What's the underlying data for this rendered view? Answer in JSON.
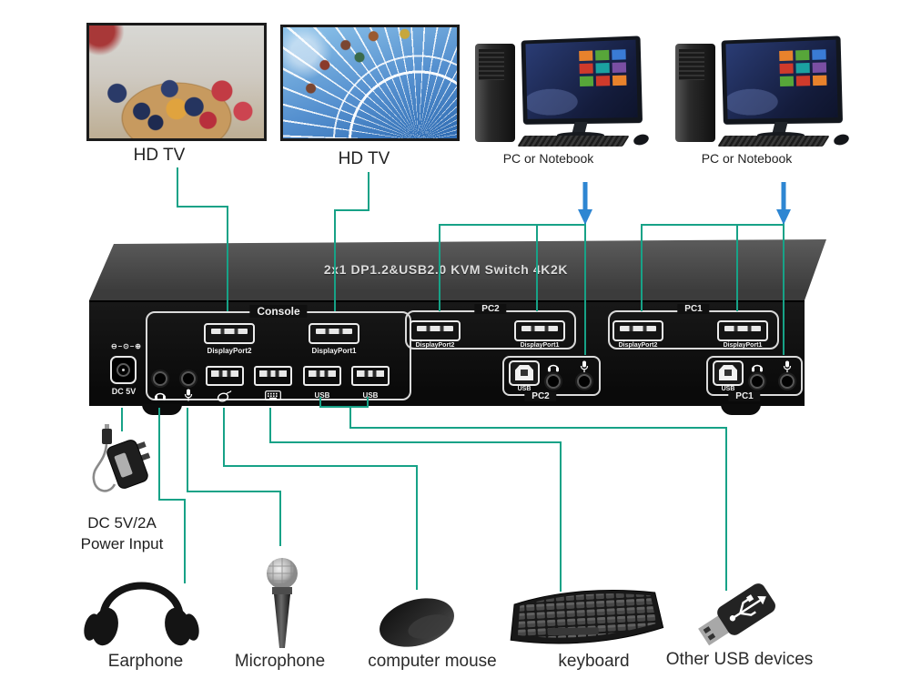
{
  "colors": {
    "line": "#17a287",
    "arrow": "#2e86d2"
  },
  "displays": [
    {
      "label": "HD TV"
    },
    {
      "label": "HD TV"
    }
  ],
  "computers": [
    {
      "label": "PC or Notebook"
    },
    {
      "label": "PC or Notebook"
    }
  ],
  "device": {
    "title": "2x1 DP1.2&USB2.0 KVM Switch 4K2K",
    "dc": {
      "polarity": "⊖–⊙–⊕",
      "label": "DC 5V"
    },
    "console": {
      "label": "Console",
      "ports": [
        "DisplayPort2",
        "DisplayPort1"
      ],
      "usb_labels": [
        "USB",
        "USB"
      ]
    },
    "pc2_video": {
      "label": "PC2",
      "ports": [
        "DisplayPort2",
        "DisplayPort1"
      ]
    },
    "pc1_video": {
      "label": "PC1",
      "ports": [
        "DisplayPort2",
        "DisplayPort1"
      ]
    },
    "pc2_io": {
      "label": "PC2",
      "usb_label": "USB"
    },
    "pc1_io": {
      "label": "PC1",
      "usb_label": "USB"
    }
  },
  "peripherals": {
    "power": {
      "line1": "DC 5V/2A",
      "line2": "Power Input"
    },
    "earphone": {
      "label": "Earphone"
    },
    "microphone": {
      "label": "Microphone"
    },
    "mouse": {
      "label": "computer mouse"
    },
    "keyboard": {
      "label": "keyboard"
    },
    "usb_devices": {
      "label": "Other USB devices"
    }
  }
}
